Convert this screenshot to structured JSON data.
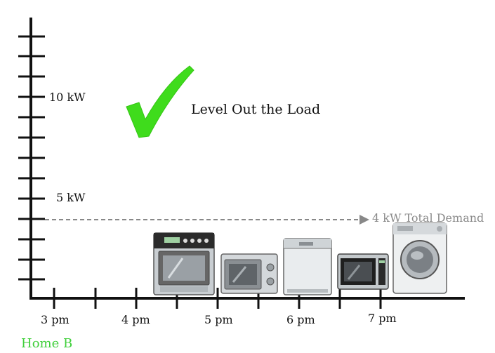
{
  "chart_data": {
    "type": "diagram",
    "title": "Level Out the Load",
    "y_tick_labels": [
      "10 kW",
      "5 kW"
    ],
    "x_tick_labels": [
      "3 pm",
      "4 pm",
      "5 pm",
      "6 pm",
      "7 pm"
    ],
    "demand_line": {
      "value_kw": 4,
      "label": "4 kW Total Demand"
    },
    "appliances": [
      "oven-range",
      "microwave-large",
      "dishwasher",
      "microwave-small",
      "washing-machine"
    ],
    "caption": "Home B",
    "icon": "checkmark-icon"
  },
  "colors": {
    "axis": "#111111",
    "check": "#3fdc1c",
    "demand_line": "#888888",
    "caption": "#3fcf3a",
    "appliance_body": "#cfd4d8",
    "appliance_dark": "#2b2b2b"
  }
}
